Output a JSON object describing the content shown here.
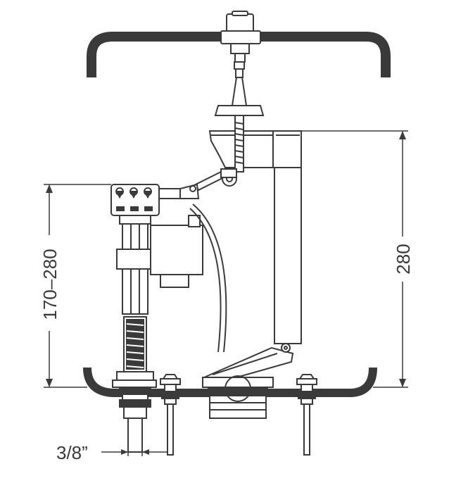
{
  "dimensions": {
    "fill_valve_height": "170–280",
    "overflow_height": "280",
    "inlet_size": "3/8”"
  },
  "colors": {
    "line": "#3a3a3a",
    "tank": "#3a3a3a",
    "background": "#ffffff"
  }
}
